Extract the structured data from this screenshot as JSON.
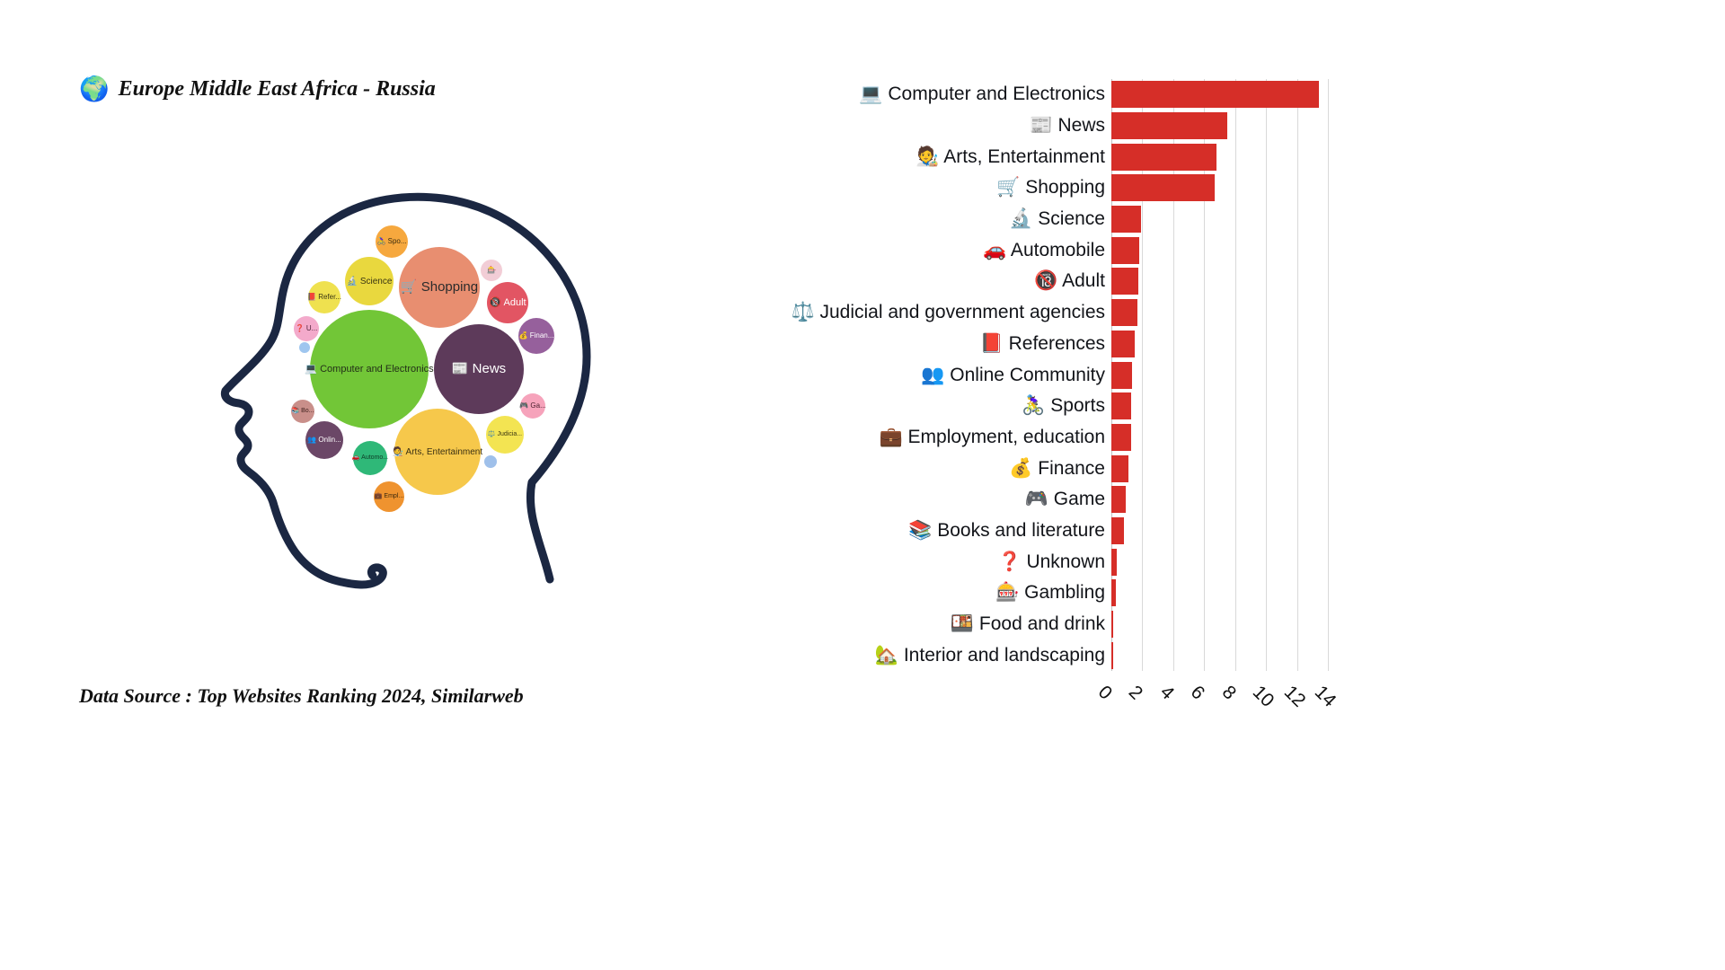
{
  "header": {
    "icon": "🌍",
    "title": "Europe Middle East Africa - Russia"
  },
  "footer": {
    "source": "Data Source : Top Websites Ranking 2024, Similarweb"
  },
  "chart_data": [
    {
      "type": "bubble",
      "title": "Website category share shown as bubbles inside a head silhouette",
      "items": [
        {
          "id": "computer-and-electronics",
          "icon": "💻",
          "display": "Computer and Electronics",
          "value": 13.4,
          "color": "#72c637",
          "text_color": "#233018",
          "cx": 411,
          "cy": 411,
          "r": 66,
          "font": 11
        },
        {
          "id": "news",
          "icon": "📰",
          "display": "News",
          "value": 7.5,
          "color": "#5d3a5a",
          "text_color": "#ffffff",
          "cx": 533,
          "cy": 411,
          "r": 50,
          "font": 15
        },
        {
          "id": "shopping",
          "icon": "🛒",
          "display": "Shopping",
          "value": 6.7,
          "color": "#e88e70",
          "text_color": "#2b2b2b",
          "cx": 489,
          "cy": 320,
          "r": 45,
          "font": 15
        },
        {
          "id": "arts-entertainment",
          "icon": "🧑‍🎨",
          "display": "Arts, Entertainment",
          "value": 6.8,
          "color": "#f6c84b",
          "text_color": "#3a3013",
          "cx": 487,
          "cy": 503,
          "r": 48,
          "font": 10
        },
        {
          "id": "science",
          "icon": "🔬",
          "display": "Science",
          "value": 1.9,
          "color": "#e9d83e",
          "text_color": "#3a3613",
          "cx": 411,
          "cy": 313,
          "r": 27,
          "font": 10
        },
        {
          "id": "adult",
          "icon": "🔞",
          "display": "Adult",
          "value": 1.75,
          "color": "#e25563",
          "text_color": "#ffffff",
          "cx": 565,
          "cy": 337,
          "r": 23,
          "font": 11
        },
        {
          "id": "finance",
          "icon": "💰",
          "display": "Finan...",
          "value": 1.1,
          "color": "#96609c",
          "text_color": "#ffffff",
          "cx": 597,
          "cy": 374,
          "r": 20,
          "font": 8
        },
        {
          "id": "sports",
          "icon": "🚴‍♀️",
          "display": "Spo...",
          "value": 1.3,
          "color": "#f6a83e",
          "text_color": "#3a2c0d",
          "cx": 436,
          "cy": 269,
          "r": 18,
          "font": 8
        },
        {
          "id": "references",
          "icon": "📕",
          "display": "Refer...",
          "value": 1.5,
          "color": "#efe14f",
          "text_color": "#3a3613",
          "cx": 361,
          "cy": 331,
          "r": 18,
          "font": 8
        },
        {
          "id": "unknown",
          "icon": "❓",
          "display": "U...",
          "value": 0.35,
          "color": "#f3aacb",
          "text_color": "#4a1f35",
          "cx": 341,
          "cy": 366,
          "r": 14,
          "font": 8
        },
        {
          "id": "small-dot-1",
          "icon": "",
          "display": "",
          "value": 0.1,
          "color": "#9fc6ef",
          "text_color": "#333333",
          "cx": 339,
          "cy": 387,
          "r": 6,
          "font": 6
        },
        {
          "id": "books-and-literature",
          "icon": "📚",
          "display": "Bo...",
          "value": 0.8,
          "color": "#c98f8a",
          "text_color": "#3c1f1c",
          "cx": 337,
          "cy": 458,
          "r": 13,
          "font": 7
        },
        {
          "id": "online-community",
          "icon": "👥",
          "display": "Onlin...",
          "value": 1.35,
          "color": "#6b4767",
          "text_color": "#ffffff",
          "cx": 361,
          "cy": 490,
          "r": 21,
          "font": 8
        },
        {
          "id": "automobile",
          "icon": "🚗",
          "display": "Automo...",
          "value": 1.8,
          "color": "#2fb878",
          "text_color": "#0d3a26",
          "cx": 412,
          "cy": 510,
          "r": 19,
          "font": 7
        },
        {
          "id": "judicial-and-government-agencies",
          "icon": "⚖️",
          "display": "Judicia...",
          "value": 1.7,
          "color": "#f3e452",
          "text_color": "#3a3613",
          "cx": 562,
          "cy": 484,
          "r": 21,
          "font": 7
        },
        {
          "id": "game",
          "icon": "🎮",
          "display": "Ga...",
          "value": 0.95,
          "color": "#f6a3bb",
          "text_color": "#4a1f2d",
          "cx": 593,
          "cy": 452,
          "r": 14,
          "font": 8
        },
        {
          "id": "employment-education",
          "icon": "💼",
          "display": "Empl...",
          "value": 1.3,
          "color": "#ef932f",
          "text_color": "#3a280d",
          "cx": 433,
          "cy": 553,
          "r": 17,
          "font": 7
        },
        {
          "id": "gambling",
          "icon": "🎰",
          "display": "",
          "value": 0.3,
          "color": "#f2cdd6",
          "text_color": "#555555",
          "cx": 547,
          "cy": 301,
          "r": 12,
          "font": 8
        },
        {
          "id": "small-dot-2",
          "icon": "",
          "display": "",
          "value": 0.1,
          "color": "#9fc0ea",
          "text_color": "#333333",
          "cx": 546,
          "cy": 514,
          "r": 7,
          "font": 6
        }
      ]
    },
    {
      "type": "bar",
      "orientation": "horizontal",
      "bar_color": "#d62e28",
      "grid": true,
      "xlim": [
        0,
        14.4
      ],
      "xticks": [
        0,
        2,
        4,
        6,
        8,
        10,
        12,
        14
      ],
      "categories": [
        {
          "id": "computer-and-electronics",
          "icon": "💻",
          "label": "Computer and Electronics",
          "value": 13.4
        },
        {
          "id": "news",
          "icon": "📰",
          "label": "News",
          "value": 7.5
        },
        {
          "id": "arts-entertainment",
          "icon": "🧑‍🎨",
          "label": "Arts, Entertainment",
          "value": 6.8
        },
        {
          "id": "shopping",
          "icon": "🛒",
          "label": "Shopping",
          "value": 6.7
        },
        {
          "id": "science",
          "icon": "🔬",
          "label": "Science",
          "value": 1.9
        },
        {
          "id": "automobile",
          "icon": "🚗",
          "label": "Automobile",
          "value": 1.8
        },
        {
          "id": "adult",
          "icon": "🔞",
          "label": "Adult",
          "value": 1.75
        },
        {
          "id": "judicial-and-government-agencies",
          "icon": "⚖️",
          "label": "Judicial and government agencies",
          "value": 1.7
        },
        {
          "id": "references",
          "icon": "📕",
          "label": "References",
          "value": 1.5
        },
        {
          "id": "online-community",
          "icon": "👥",
          "label": "Online Community",
          "value": 1.35
        },
        {
          "id": "sports",
          "icon": "🚴‍♀️",
          "label": "Sports",
          "value": 1.3
        },
        {
          "id": "employment-education",
          "icon": "💼",
          "label": "Employment, education",
          "value": 1.3
        },
        {
          "id": "finance",
          "icon": "💰",
          "label": "Finance",
          "value": 1.1
        },
        {
          "id": "game",
          "icon": "🎮",
          "label": "Game",
          "value": 0.95
        },
        {
          "id": "books-and-literature",
          "icon": "📚",
          "label": "Books and literature",
          "value": 0.8
        },
        {
          "id": "unknown",
          "icon": "❓",
          "label": "Unknown",
          "value": 0.35
        },
        {
          "id": "gambling",
          "icon": "🎰",
          "label": "Gambling",
          "value": 0.3
        },
        {
          "id": "food-and-drink",
          "icon": "🍱",
          "label": "Food and drink",
          "value": 0.12
        },
        {
          "id": "interior-and-landscaping",
          "icon": "🏡",
          "label": "Interior and landscaping",
          "value": 0.1
        }
      ]
    }
  ]
}
